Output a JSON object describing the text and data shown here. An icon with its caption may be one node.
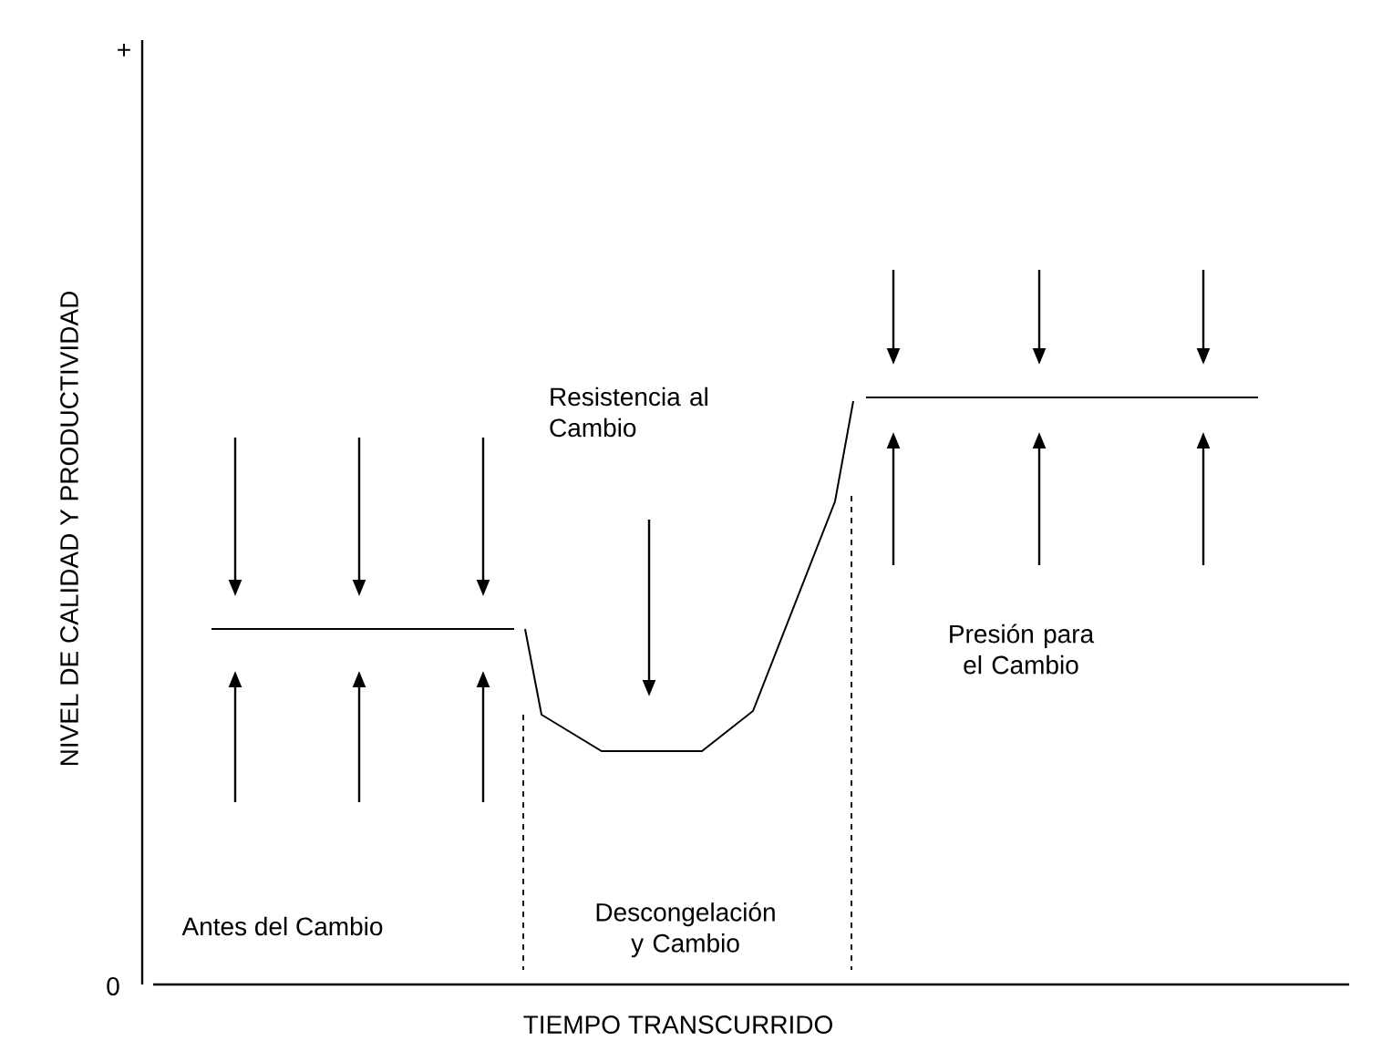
{
  "diagram": {
    "labels": [
      "+",
      "NIVEL DE CALIDAD Y PRODUCTIVIDAD",
      "Resistencia al Cambio",
      "Presión para el Cambio",
      "Antes del Cambio",
      "Descongelación y Cambio",
      "0",
      "TIEMPO TRANSCURRIDO"
    ]
  }
}
